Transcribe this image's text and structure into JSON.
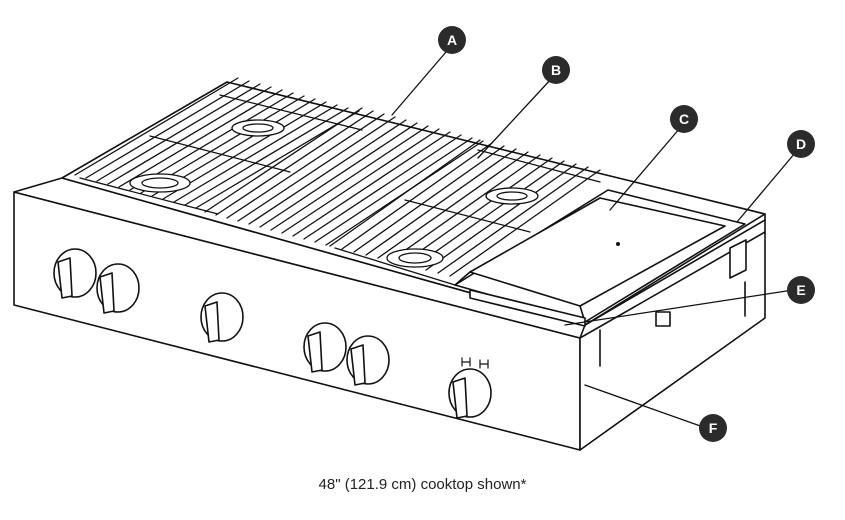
{
  "callouts": [
    {
      "letter": "A",
      "part": "grates-a"
    },
    {
      "letter": "B",
      "part": "grates-b"
    },
    {
      "letter": "C",
      "part": "griddle"
    },
    {
      "letter": "D",
      "part": "rear-trim"
    },
    {
      "letter": "E",
      "part": "griddle-tray"
    },
    {
      "letter": "F",
      "part": "control-panel"
    }
  ],
  "caption": "48\" (121.9 cm) cooktop shown*",
  "colors": {
    "line": "#111111",
    "callout_fill": "#2b2b2b",
    "callout_text": "#ffffff",
    "body_fill": "#ffffff"
  }
}
